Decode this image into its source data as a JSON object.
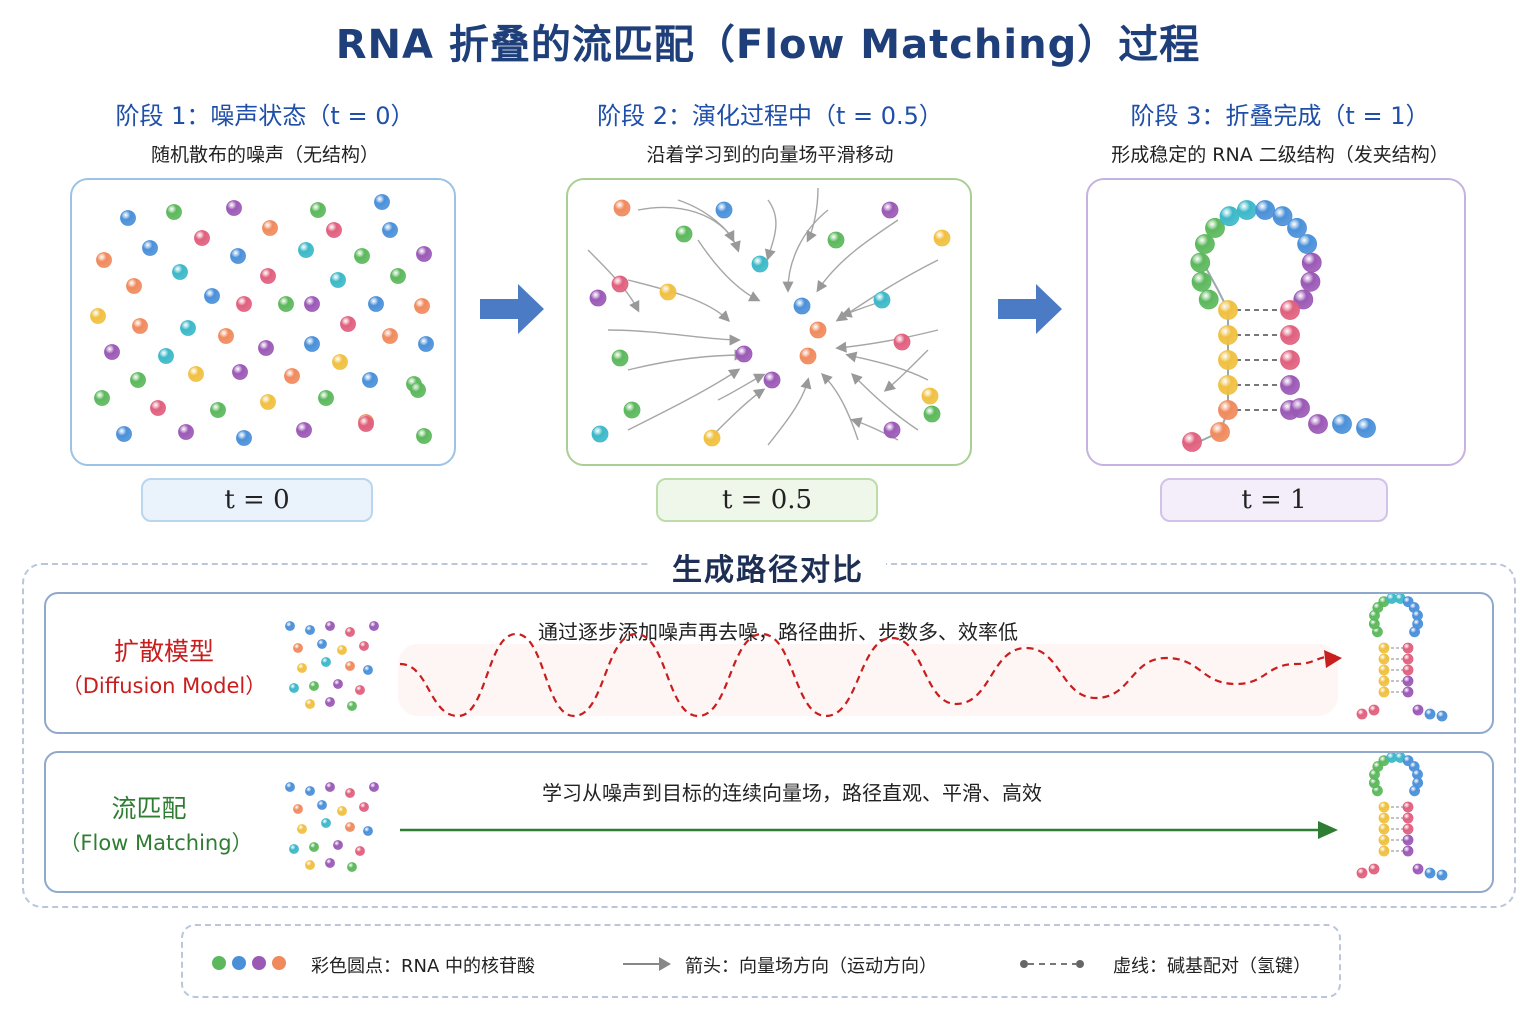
{
  "title": "RNA 折叠的流匹配（Flow Matching）过程",
  "stages": [
    {
      "heading": "阶段 1：噪声状态（t = 0）",
      "subtitle": "随机散布的噪声（无结构）",
      "badge": "t = 0",
      "color": "#9cc3e6"
    },
    {
      "heading": "阶段 2：演化过程中（t = 0.5）",
      "subtitle": "沿着学习到的向量场平滑移动",
      "badge": "t = 0.5",
      "color": "#a9cf94"
    },
    {
      "heading": "阶段 3：折叠完成（t = 1）",
      "subtitle": "形成稳定的 RNA 二级结构（发夹结构）",
      "badge": "t = 1",
      "color": "#c6b2e0"
    }
  ],
  "comparison": {
    "title": "生成路径对比",
    "diffusion": {
      "name": "扩散模型",
      "en": "（Diffusion Model）",
      "desc": "通过逐步添加噪声再去噪，路径曲折、步数多、效率低",
      "color": "#c81e1e"
    },
    "flow": {
      "name": "流匹配",
      "en": "（Flow Matching）",
      "desc": "学习从噪声到目标的连续向量场，路径直观、平滑、高效",
      "color": "#2e7d32"
    }
  },
  "legend": {
    "dots": "彩色圆点：RNA 中的核苷酸",
    "arrow": "箭头：向量场方向（运动方向）",
    "dashed": "虚线：碱基配对（氢键）"
  },
  "colors": {
    "accent": "#4a7bc4",
    "nucleotides": [
      "#5cb85c",
      "#4a90d9",
      "#9b59b6",
      "#f08a5d",
      "#e0607e",
      "#f0c040",
      "#3cb8c8"
    ]
  }
}
